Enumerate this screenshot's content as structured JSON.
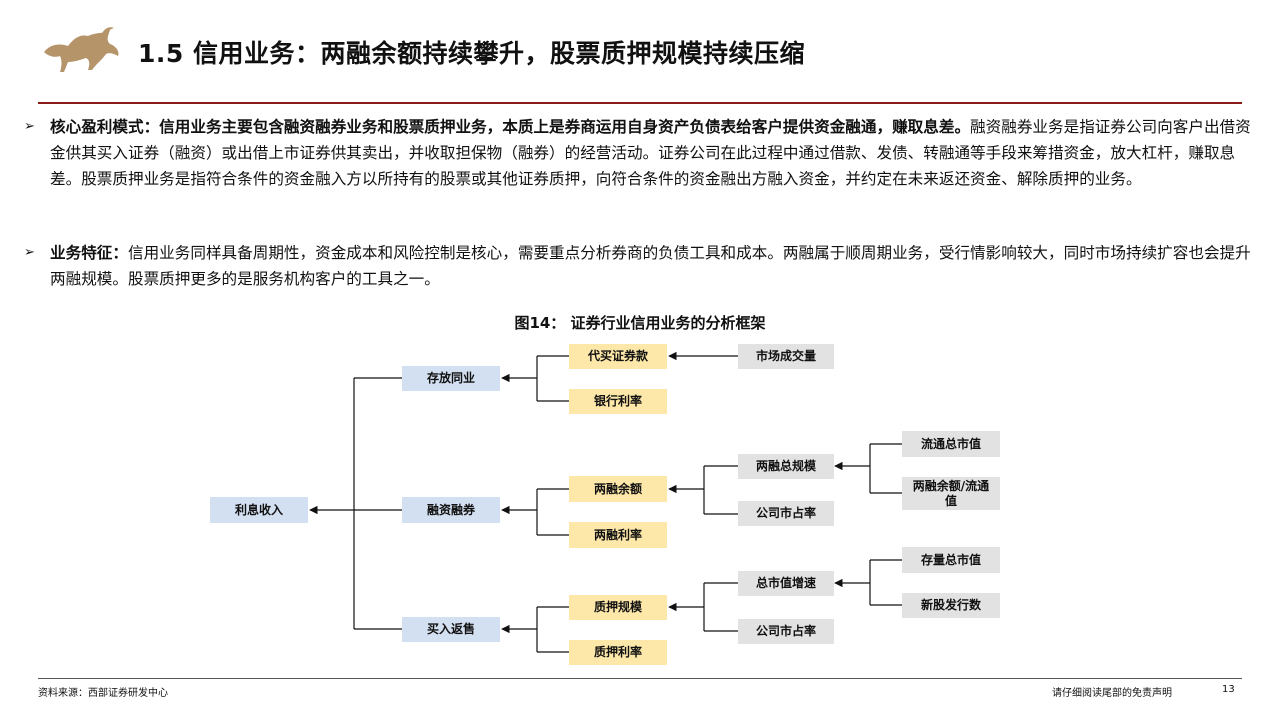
{
  "header": {
    "title": "1.5 信用业务：两融余额持续攀升，股票质押规模持续压缩",
    "logo_icon": "bull-logo-icon",
    "accent_color": "#8b1a1a",
    "logo_color": "#b5946a"
  },
  "paragraphs": [
    {
      "bold": "核心盈利模式：信用业务主要包含融资融券业务和股票质押业务，本质上是券商运用自身资产负债表给客户提供资金融通，赚取息差。",
      "normal": "融资融券业务是指证券公司向客户出借资金供其买入证券（融资）或出借上市证券供其卖出，并收取担保物（融券）的经营活动。证券公司在此过程中通过借款、发债、转融通等手段来筹措资金，放大杠杆，赚取息差。股票质押业务是指符合条件的资金融入方以所持有的股票或其他证券质押，向符合条件的资金融出方融入资金，并约定在未来返还资金、解除质押的业务。"
    },
    {
      "bold": "业务特征：",
      "normal": "信用业务同样具备周期性，资金成本和风险控制是核心，需要重点分析券商的负债工具和成本。两融属于顺周期业务，受行情影响较大，同时市场持续扩容也会提升两融规模。股票质押更多的是服务机构客户的工具之一。"
    }
  ],
  "figure": {
    "title": "图14：  证券行业信用业务的分析框架",
    "nodes": {
      "root": "利息收入",
      "deposit": "存放同业",
      "margin": "融资融券",
      "repo": "买入返售",
      "agency": "代买证券款",
      "bank_rate": "银行利率",
      "market_volume": "市场成交量",
      "margin_balance": "两融余额",
      "margin_rate": "两融利率",
      "margin_total": "两融总规模",
      "market_share_1": "公司市占率",
      "float_cap": "流通总市值",
      "margin_ratio": "两融余额/流通值",
      "pledge_scale": "质押规模",
      "pledge_rate": "质押利率",
      "cap_growth": "总市值增速",
      "market_share_2": "公司市占率",
      "stock_cap": "存量总市值",
      "ipo_count": "新股发行数"
    }
  },
  "footer": {
    "source": "资料来源：西部证券研发中心",
    "disclaimer": "请仔细阅读尾部的免责声明",
    "page": "13"
  }
}
